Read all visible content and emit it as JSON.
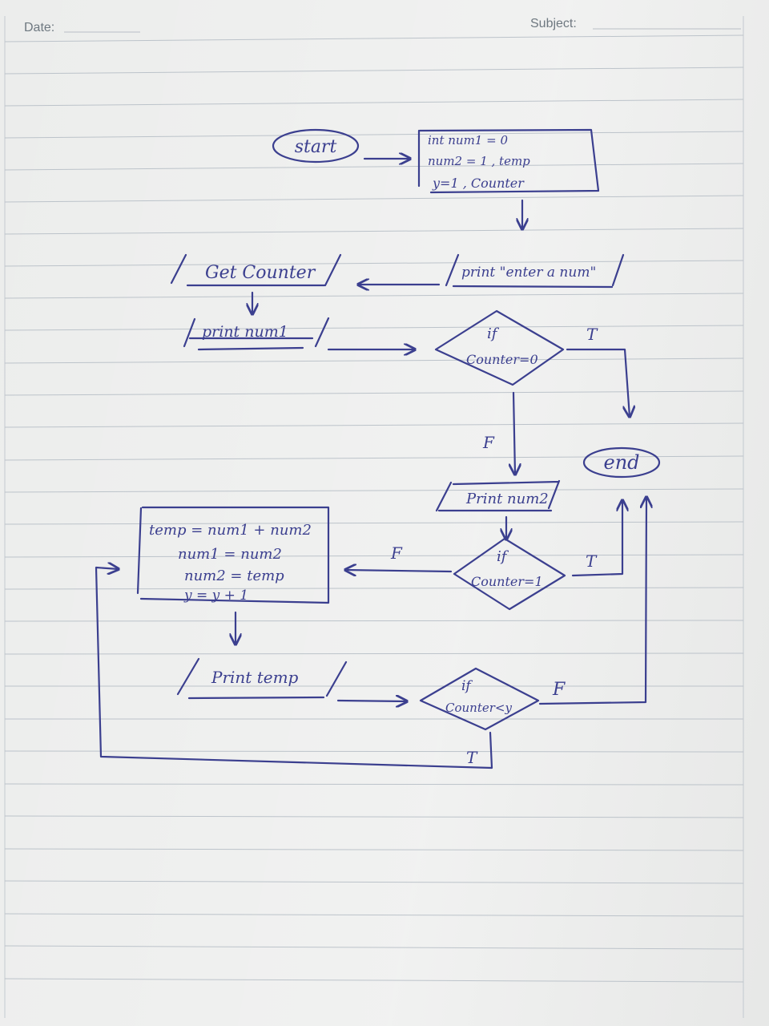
{
  "header": {
    "date_label": "Date:",
    "subject_label": "Subject:"
  },
  "flowchart": {
    "start": "start",
    "init": [
      "int num1 = 0",
      "num2 = 1 , temp",
      "y=1 , Counter"
    ],
    "print_prompt": "print \"enter a num\"",
    "get_counter": "Get Counter",
    "print_num1": "print num1",
    "cond1_if": "if",
    "cond1_expr": "Counter=0",
    "cond1_true": "T",
    "end": "end",
    "cond1_false": "F",
    "print_num2": "Print num2",
    "cond2_if": "if",
    "cond2_expr": "Counter=1",
    "cond2_true": "T",
    "cond2_false": "F",
    "process": [
      "temp = num1 + num2",
      "num1 = num2",
      "num2 = temp",
      "y = y + 1"
    ],
    "print_temp": "Print temp",
    "cond3_if": "if",
    "cond3_expr": "Counter<y",
    "cond3_false": "F",
    "cond3_true": "T"
  }
}
